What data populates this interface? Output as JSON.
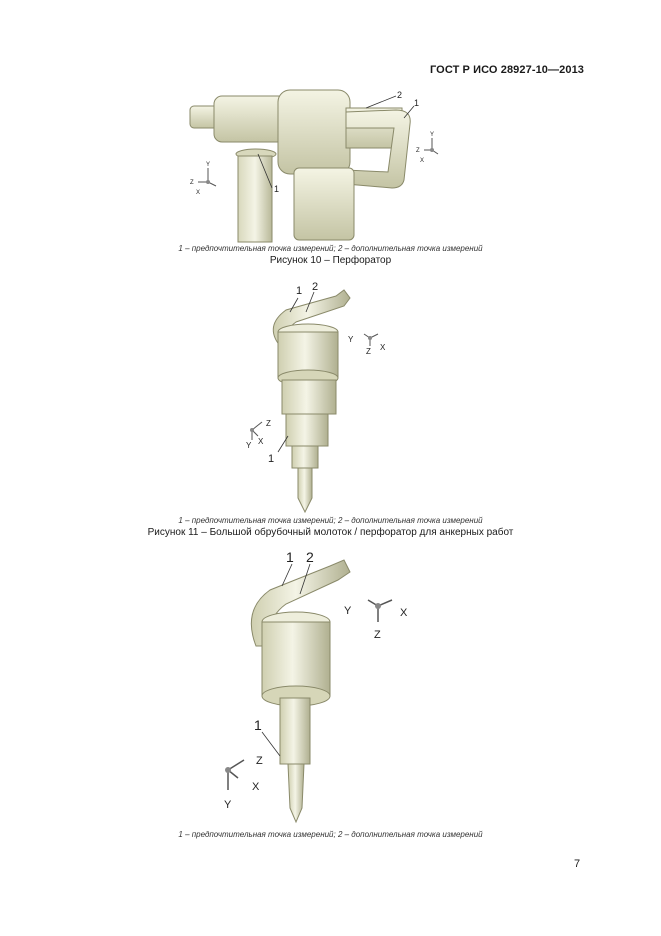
{
  "header": {
    "standard": "ГОСТ Р ИСО 28927-10—2013"
  },
  "figures": [
    {
      "legend": "1 – предпочтительная точка измерений; 2 – дополнительная точка измерений",
      "caption": "Рисунок 10 – Перфоратор",
      "callouts": [
        "1",
        "2",
        "1"
      ],
      "axes_left": [
        "Y",
        "Z",
        "X"
      ],
      "axes_right": [
        "Y",
        "Z",
        "X"
      ]
    },
    {
      "legend": "1 – предпочтительная точка измерений; 2 – дополнительная точка измерений",
      "caption": "Рисунок 11 – Большой обрубочный молоток / перфоратор для анкерных работ",
      "callouts": [
        "1",
        "2",
        "1"
      ],
      "axes_right": [
        "Y",
        "Z",
        "X"
      ],
      "axes_left": [
        "Z",
        "Y",
        "X"
      ]
    },
    {
      "legend": "1 – предпочтительная точка измерений; 2 – дополнительная точка измерений",
      "callouts": [
        "1",
        "2",
        "1"
      ],
      "axes_right": [
        "Y",
        "Z",
        "X"
      ],
      "axes_left": [
        "Z",
        "X",
        "Y"
      ]
    }
  ],
  "page_number": "7",
  "colors": {
    "tool_fill": "#e6e6cf",
    "tool_shade": "#bfbf9e",
    "tool_stroke": "#8a8a6a"
  }
}
